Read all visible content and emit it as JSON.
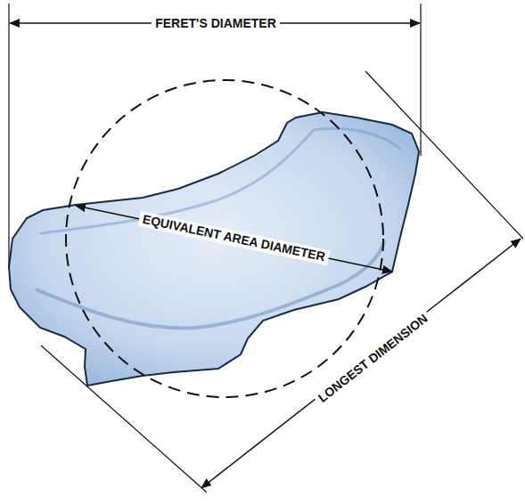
{
  "diagram": {
    "labels": [
      "FERET'S DIAMETER",
      "EQUIVALENT AREA DIAMETER",
      "LONGEST DIMENSION"
    ]
  }
}
